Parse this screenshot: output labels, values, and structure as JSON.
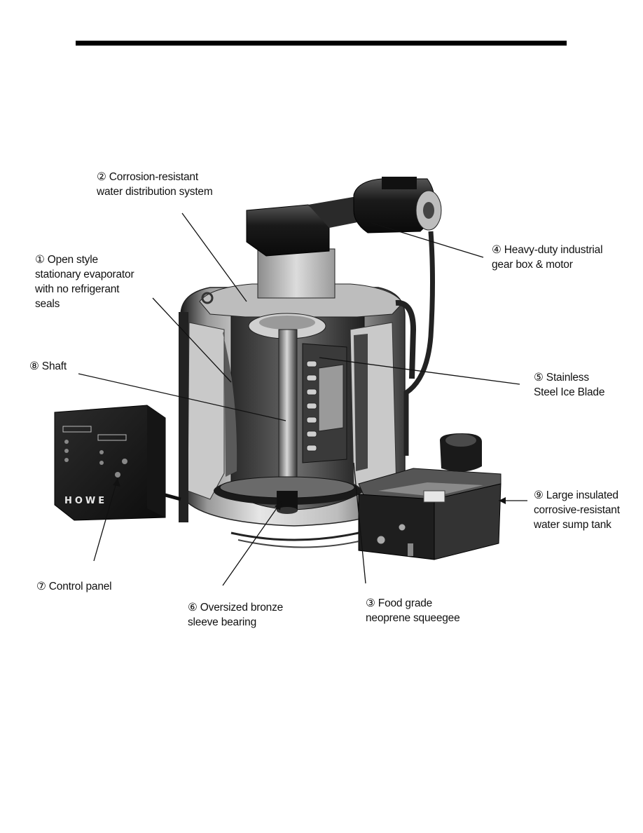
{
  "callouts": {
    "c1": {
      "line1": "① Open style",
      "line2": "stationary evaporator",
      "line3": "with no refrigerant",
      "line4": "seals"
    },
    "c2": {
      "line1": "② Corrosion-resistant",
      "line2": "water distribution system"
    },
    "c3": {
      "line1": "③ Food grade",
      "line2": "neoprene squeegee"
    },
    "c4": {
      "line1": "④ Heavy-duty industrial",
      "line2": "gear box & motor"
    },
    "c5": {
      "line1": "⑤ Stainless",
      "line2": "Steel Ice Blade"
    },
    "c6": {
      "line1": "⑥ Oversized bronze",
      "line2": "sleeve bearing"
    },
    "c7": {
      "line1": "⑦ Control panel"
    },
    "c8": {
      "line1": "⑧ Shaft"
    },
    "c9": {
      "line1": "⑨ Large insulated",
      "line2": "corrosive-resistant",
      "line3": "water sump tank"
    }
  },
  "control_panel": {
    "brand": "HOWE"
  }
}
